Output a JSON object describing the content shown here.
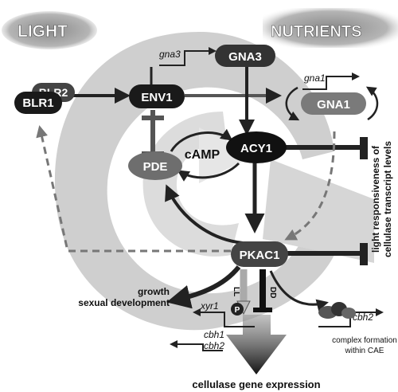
{
  "corner_labels": {
    "light": "LIGHT",
    "nutrients": "NUTRIENTS"
  },
  "nodes": {
    "blr2": "BLR2",
    "blr1": "BLR1",
    "env1": "ENV1",
    "gna3": "GNA3",
    "gna1": "GNA1",
    "pde": "PDE",
    "camp": "cAMP",
    "acy1": "ACY1",
    "pkac1": "PKAC1",
    "phospho": "P"
  },
  "genes": {
    "gna3": "gna3",
    "gna1": "gna1",
    "xyr1": "xyr1",
    "cbh1": "cbh1",
    "cbh2_left": "cbh2",
    "cbh2_right": "cbh2"
  },
  "labels": {
    "side_line1": "light responsiveness of",
    "side_line2": "cellulase transcript levels",
    "growth": "growth",
    "sexual_development": "sexual development",
    "ll": "LL",
    "dd": "DD",
    "complex_line1": "complex formation",
    "complex_line2": "within CAE",
    "output": "cellulase gene expression"
  },
  "colors": {
    "node_dark": "#1a1a1a",
    "node_gray": "#6e6e6e",
    "swirl": "#c8c8c8",
    "corner_bg": "#9a9a9a",
    "arrow": "#222222"
  }
}
